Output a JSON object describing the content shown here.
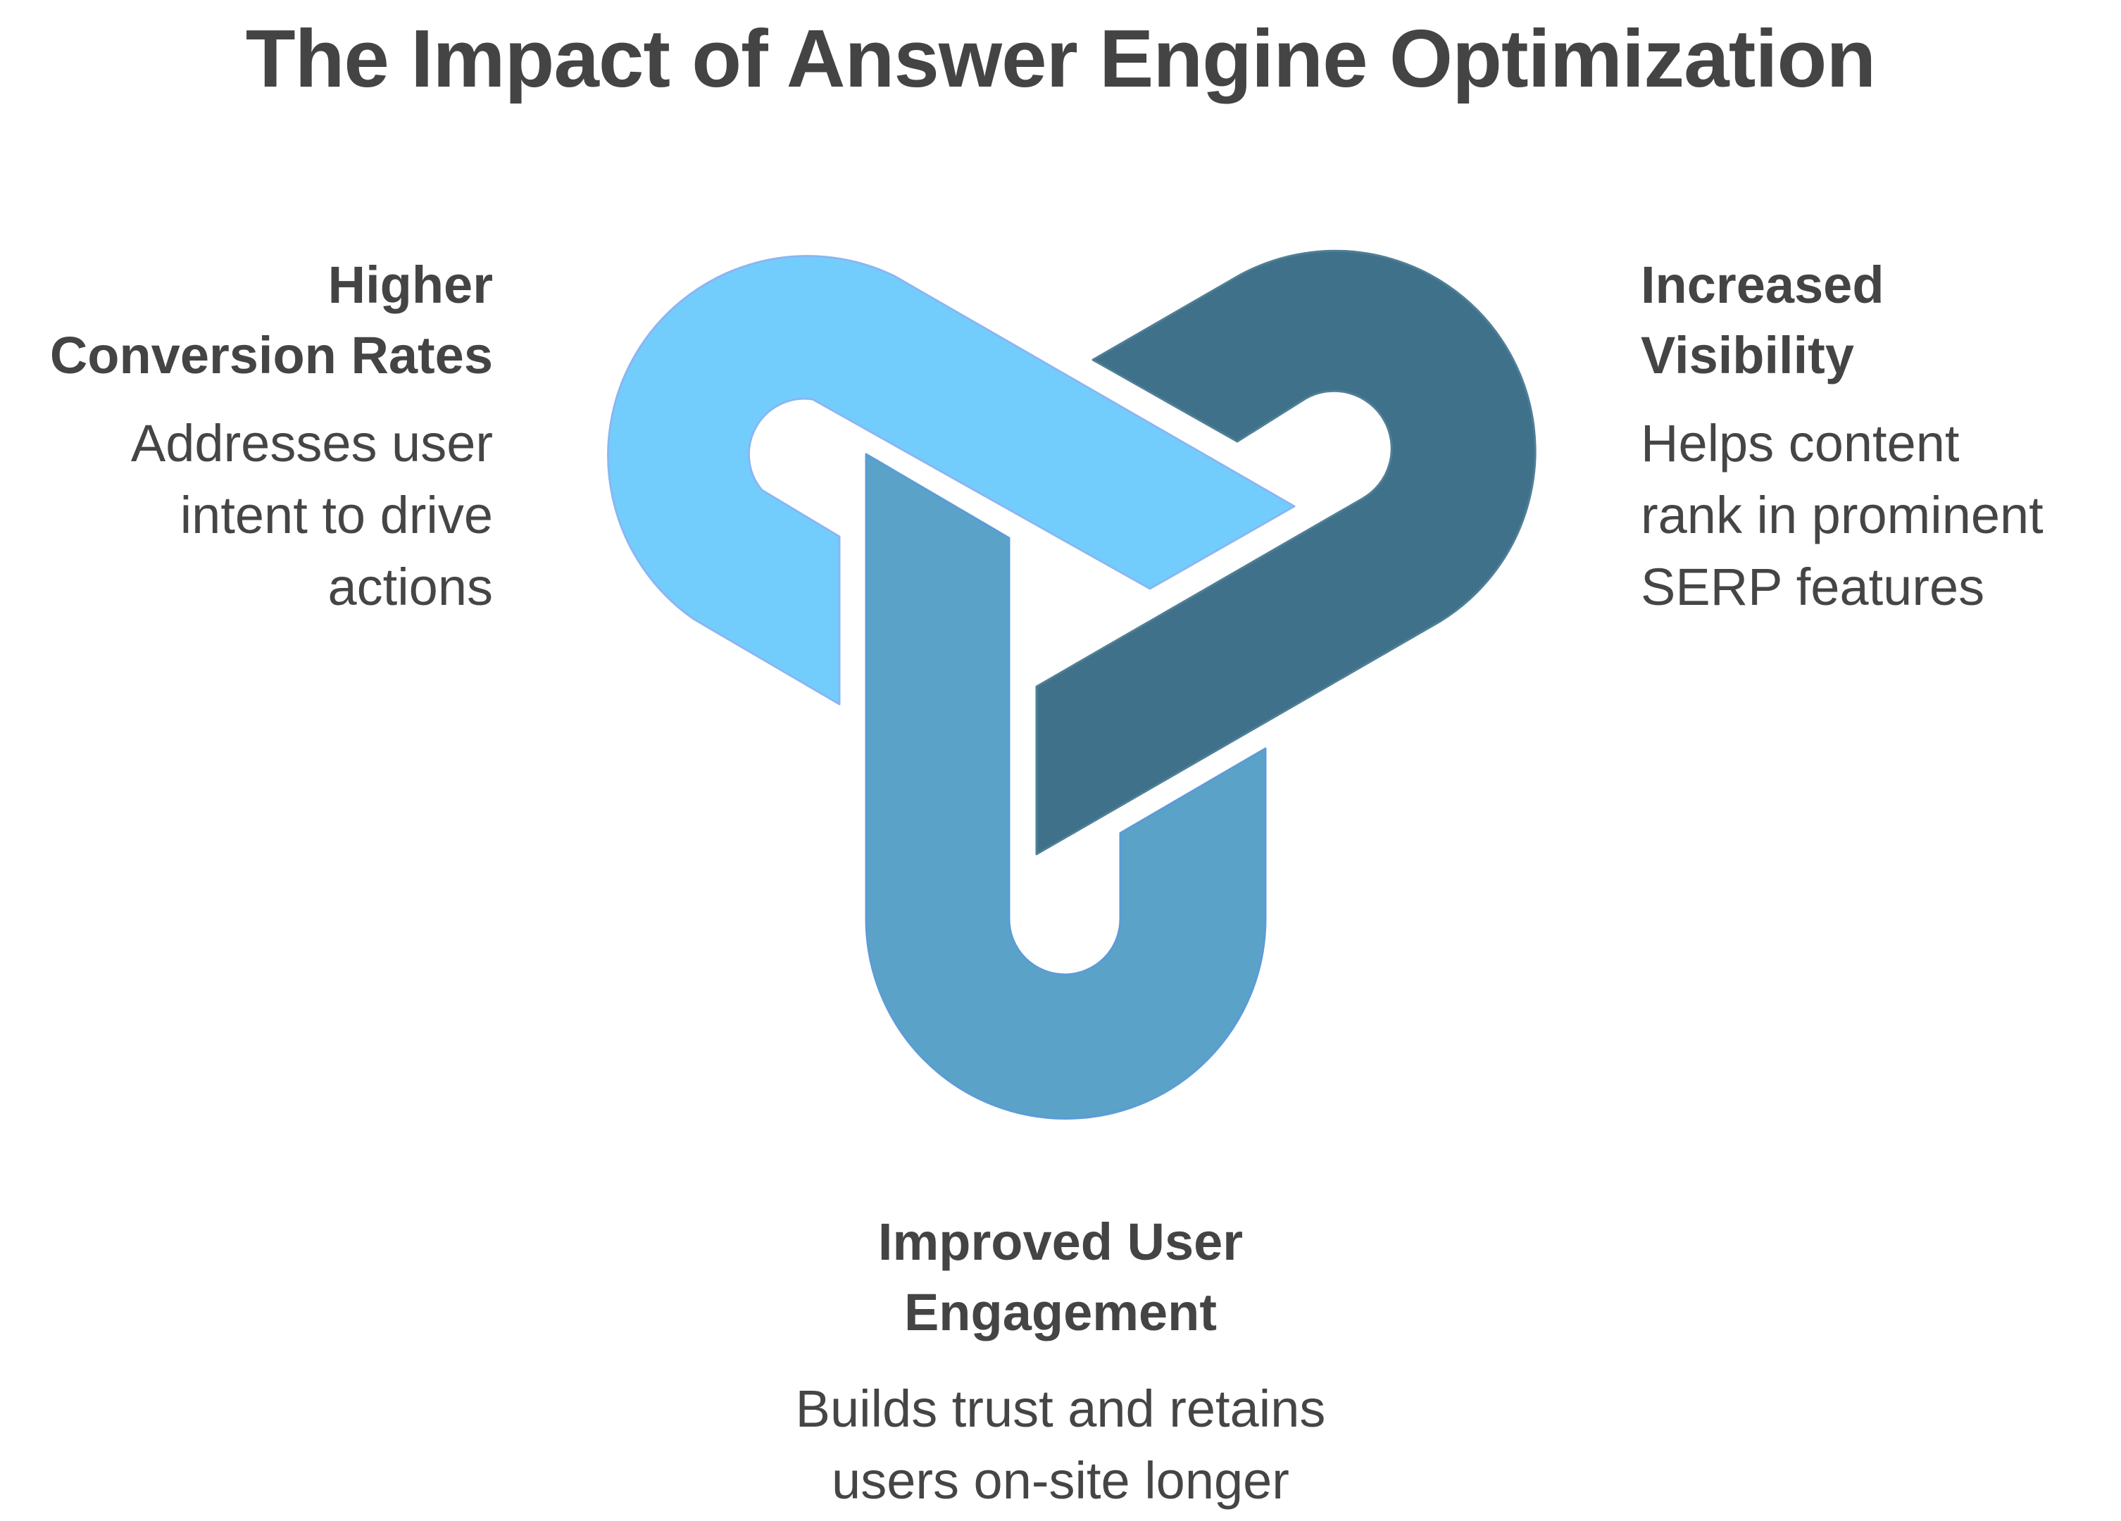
{
  "title": "The Impact of Answer Engine Optimization",
  "colors": {
    "light_blue": "#72CDFD",
    "mid_blue": "#5BA2C8",
    "dark_blue": "#40718B",
    "text": "#444444"
  },
  "items": [
    {
      "heading_line1": "Higher",
      "heading_line2": "Conversion Rates",
      "desc_line1": "Addresses user",
      "desc_line2": "intent to drive",
      "desc_line3": "actions"
    },
    {
      "heading_line1": "Increased",
      "heading_line2": "Visibility",
      "desc_line1": "Helps content",
      "desc_line2": "rank in prominent",
      "desc_line3": "SERP features"
    },
    {
      "heading_line1": "Improved User",
      "heading_line2": "Engagement",
      "desc_line1": "Builds trust and retains",
      "desc_line2": "users on-site longer"
    }
  ]
}
